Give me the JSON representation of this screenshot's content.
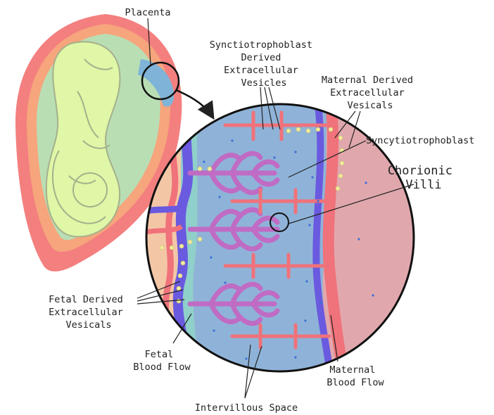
{
  "labels": {
    "placenta": "Placenta",
    "stb_derived_ev": [
      "Synctiotrophoblast",
      "Derived",
      "Extracellular",
      "Vesicles"
    ],
    "maternal_derived_ev": [
      "Maternal Derived",
      "Extracellular",
      "Vesicals"
    ],
    "syncytiotrophoblast": "Syncytiotrophoblast",
    "chorionic_villi": [
      "Chorionic",
      "Villi"
    ],
    "fetal_derived_ev": [
      "Fetal Derived",
      "Extracellular",
      "Vesicals"
    ],
    "fetal_blood_flow": [
      "Fetal",
      "Blood Flow"
    ],
    "maternal_blood_flow": [
      "Maternal",
      "Blood Flow"
    ],
    "intervillous_space": "Intervillous Space"
  },
  "colors": {
    "uterus_wall": "#f47f7f",
    "uterus_inner": "#f6a57c",
    "amnion": "#b9deb4",
    "fetus": "#dff7a6",
    "fetus_outline": "#a5b08c",
    "placenta_blue": "#7fb4d8",
    "maternal_pink": "#e0a8ad",
    "artery_red": "#f0727a",
    "vein_purple": "#6a5ae0",
    "intervillous_blue": "#8fb3d8",
    "villi_magenta": "#c06bc4",
    "vesicle": "#f1ec9b",
    "teal": "#8fd0cb"
  }
}
